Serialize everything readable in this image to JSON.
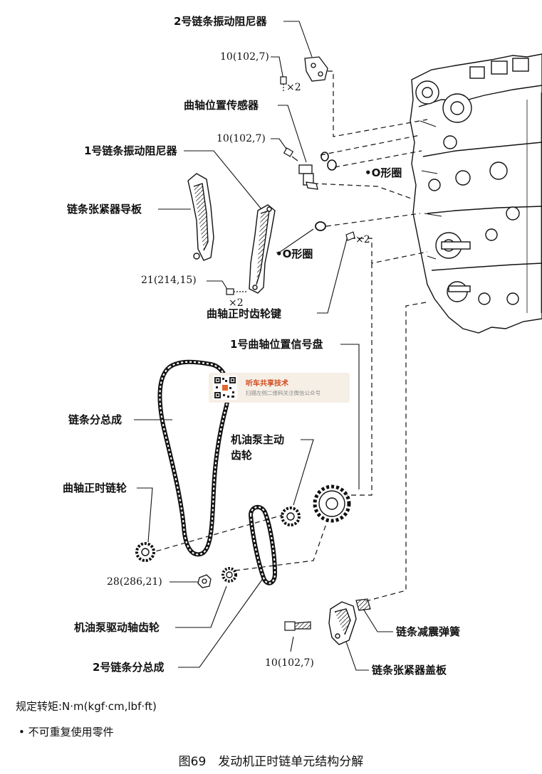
{
  "labels": {
    "damper2": "2号链条振动阻尼器",
    "crank_sensor": "曲轴位置传感器",
    "damper1": "1号链条振动阻尼器",
    "tensioner_guide": "链条张紧器导板",
    "o_ring_a": "O形圈",
    "o_ring_b": "O形圈",
    "crank_key": "曲轴正时齿轮键",
    "signal_plate": "1号曲轴位置信号盘",
    "chain_assy": "链条分总成",
    "oil_pump_drive_gear_line1": "机油泵主动",
    "oil_pump_drive_gear_line2": "齿轮",
    "crank_sprocket": "曲轴正时链轮",
    "oil_pump_shaft_gear": "机油泵驱动轴齿轮",
    "chain2_assy": "2号链条分总成",
    "chain_spring": "链条减震弹簧",
    "tensioner_cover": "链条张紧器盖板"
  },
  "torques": {
    "t1": "10(102,7)",
    "t2": "10(102,7)",
    "t3": "21(214,15)",
    "t4": "28(286,21)",
    "t5": "10(102,7)"
  },
  "counts": {
    "c1": "×2",
    "c2": "×2",
    "c3": "×2"
  },
  "bullet": "•",
  "footer": {
    "torque_spec": "规定转矩:N·m(kgf·cm,lbf·ft)",
    "non_reusable": "不可重复使用零件"
  },
  "caption": "图69　发动机正时链单元结构分解",
  "watermark": {
    "title": "听车共享技术",
    "subtitle": "扫描左侧二维码关注微信公众号"
  }
}
